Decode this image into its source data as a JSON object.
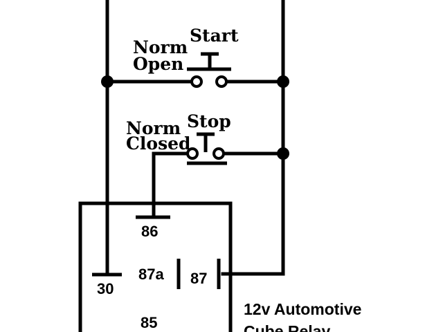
{
  "switches": {
    "start": {
      "label": "Start",
      "type_line1": "Norm",
      "type_line2": "Open"
    },
    "stop": {
      "label": "Stop",
      "type_line1": "Norm",
      "type_line2": "Closed"
    }
  },
  "relay": {
    "pins": {
      "p86": "86",
      "p87a": "87a",
      "p87": "87",
      "p30": "30",
      "p85": "85"
    },
    "caption_line1": "12v Automotive",
    "caption_line2": "Cube Relay"
  }
}
